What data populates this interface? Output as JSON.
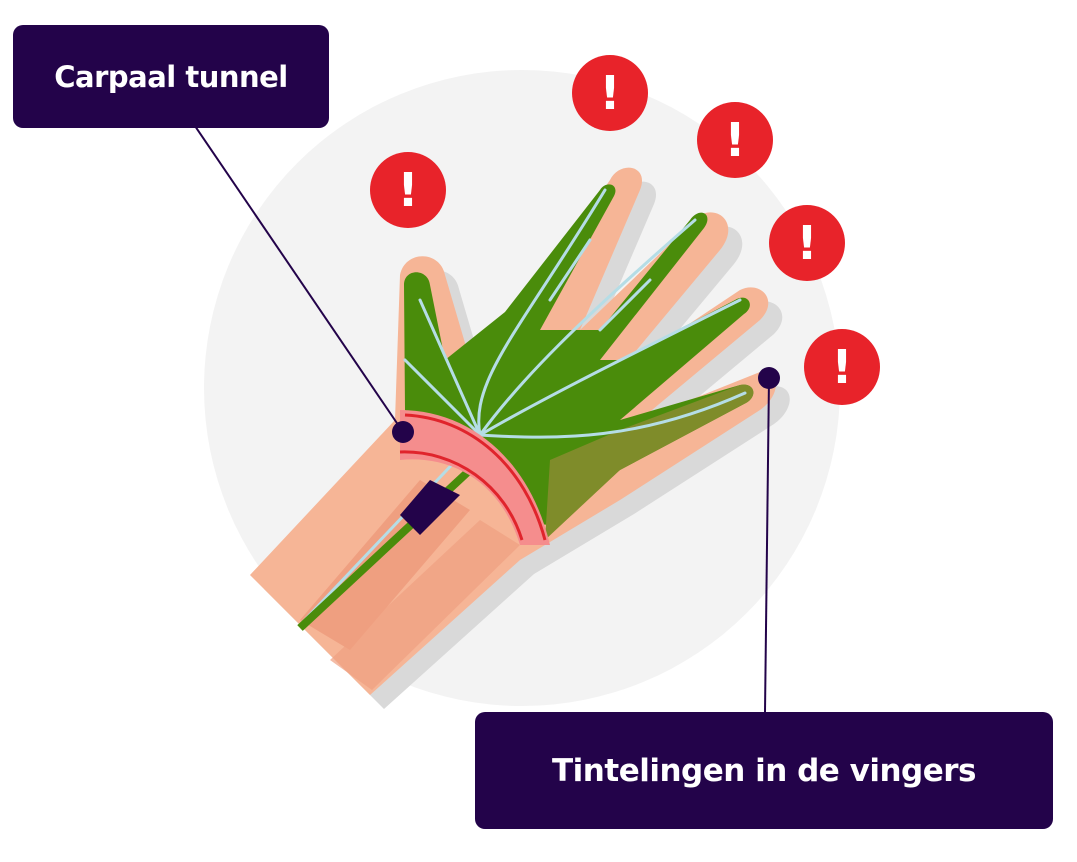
{
  "labels": {
    "carpal_tunnel": "Carpaal tunnel",
    "tingling_fingers": "Tintelingen in de vingers"
  },
  "warning_glyph": "!",
  "icons": {
    "warning": "exclamation-circle-icon",
    "pointer": "pointer-dot"
  },
  "colors": {
    "callout_bg": "#23034a",
    "callout_text": "#ffffff",
    "background_circle": "#f3f3f3",
    "skin": "#f6b596",
    "skin_dark": "#ef9f80",
    "nerve_area": "#4a8c0b",
    "nerve_area_shaded": "#7f8c2a",
    "nerve_lines": "#b5dde6",
    "ligament": "#f58d8d",
    "ligament_lines": "#e0242c",
    "warning_red": "#e8232a",
    "shadow": "#d9d9d9"
  }
}
